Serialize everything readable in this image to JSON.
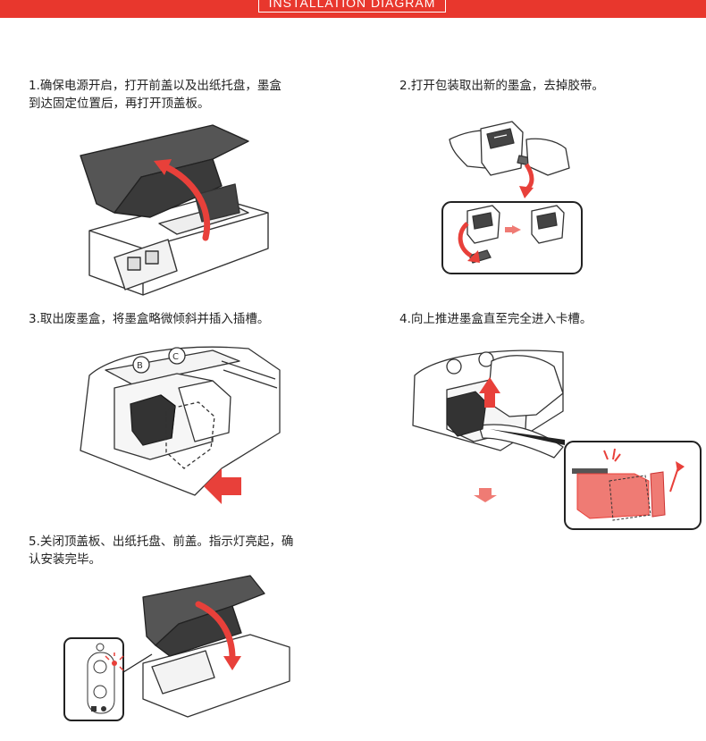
{
  "banner": {
    "title": "INSTALLATION DIAGRAM"
  },
  "steps": [
    {
      "number": "1",
      "line1": "1.确保电源开启，打开前盖以及出纸托盘，墨盒",
      "line2": "到达固定位置后，再打开顶盖板。"
    },
    {
      "number": "2",
      "line1": "2.打开包装取出新的墨盒，去掉胶带。",
      "line2": ""
    },
    {
      "number": "3",
      "line1": "3.取出废墨盒，将墨盒略微倾斜并插入插槽。",
      "line2": ""
    },
    {
      "number": "4",
      "line1": "4.向上推进墨盒直至完全进入卡槽。",
      "line2": ""
    },
    {
      "number": "5",
      "line1": "5.关闭顶盖板、出纸托盘、前盖。指示灯亮起，确",
      "line2": "认安装完毕。"
    }
  ],
  "slot_labels": {
    "b": "B",
    "c": "C"
  },
  "colors": {
    "accent": "#e8372d",
    "line": "#333333",
    "ink_red": "#e8403a",
    "fill_gray": "#e9e9e9"
  }
}
